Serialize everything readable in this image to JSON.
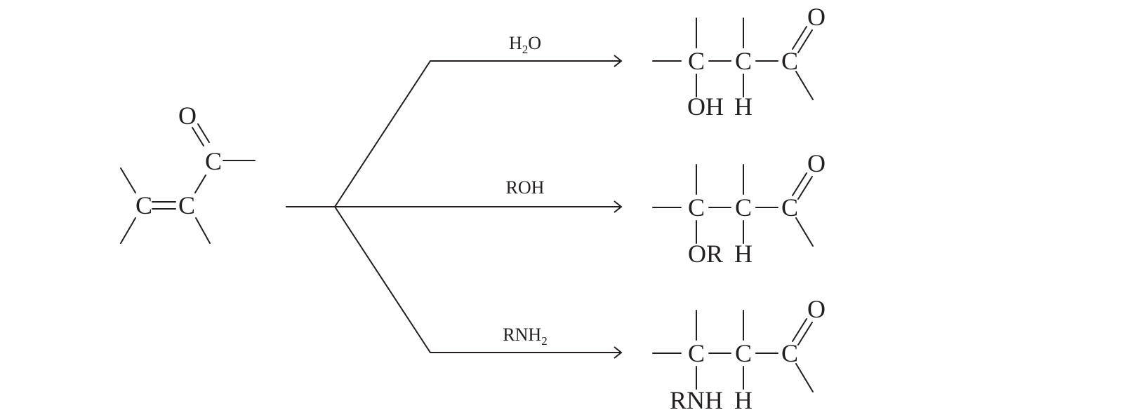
{
  "reactant": {
    "atoms": {
      "c_alpha": "C",
      "c_beta": "C",
      "c_carbonyl": "C",
      "o": "O"
    }
  },
  "branches": [
    {
      "reagent": {
        "main": "H",
        "sub": "2",
        "tail": "O"
      },
      "product": {
        "c1": "C",
        "c2": "C",
        "c3": "C",
        "o": "O",
        "sub1": "OH",
        "sub2": "H"
      }
    },
    {
      "reagent": {
        "main": "ROH",
        "sub": "",
        "tail": ""
      },
      "product": {
        "c1": "C",
        "c2": "C",
        "c3": "C",
        "o": "O",
        "sub1": "OR",
        "sub2": "H"
      }
    },
    {
      "reagent": {
        "main": "RNH",
        "sub": "2",
        "tail": ""
      },
      "product": {
        "c1": "C",
        "c2": "C",
        "c3": "C",
        "o": "O",
        "sub1": "RNH",
        "sub2": "H"
      }
    }
  ]
}
